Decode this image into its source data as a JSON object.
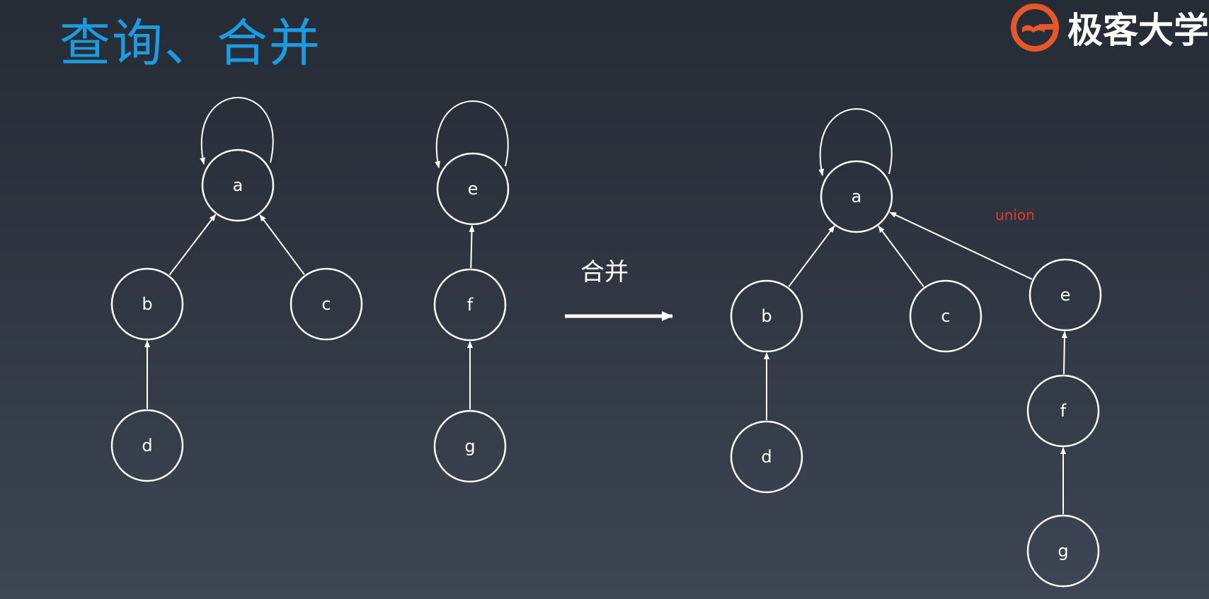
{
  "title": "查询、合并",
  "logo": {
    "text": "极客大学",
    "icon": "geekbang-logo-icon",
    "accent": "#e8572a"
  },
  "colors": {
    "title": "#1b9be0",
    "union": "#e53935",
    "stroke": "#ffffff"
  },
  "merge_label": "合并",
  "union_label": "union",
  "groups": [
    {
      "id": "left1",
      "nodes": [
        {
          "id": "a",
          "label": "a",
          "root": true
        },
        {
          "id": "b",
          "label": "b"
        },
        {
          "id": "c",
          "label": "c"
        },
        {
          "id": "d",
          "label": "d"
        }
      ],
      "edges": [
        [
          "b",
          "a"
        ],
        [
          "c",
          "a"
        ],
        [
          "d",
          "b"
        ]
      ]
    },
    {
      "id": "left2",
      "nodes": [
        {
          "id": "e",
          "label": "e",
          "root": true
        },
        {
          "id": "f",
          "label": "f"
        },
        {
          "id": "g",
          "label": "g"
        }
      ],
      "edges": [
        [
          "f",
          "e"
        ],
        [
          "g",
          "f"
        ]
      ]
    },
    {
      "id": "merged",
      "nodes": [
        {
          "id": "a",
          "label": "a",
          "root": true
        },
        {
          "id": "b",
          "label": "b"
        },
        {
          "id": "c",
          "label": "c"
        },
        {
          "id": "e",
          "label": "e"
        },
        {
          "id": "d",
          "label": "d"
        },
        {
          "id": "f",
          "label": "f"
        },
        {
          "id": "g",
          "label": "g"
        }
      ],
      "edges": [
        [
          "b",
          "a"
        ],
        [
          "c",
          "a"
        ],
        [
          "e",
          "a"
        ],
        [
          "d",
          "b"
        ],
        [
          "f",
          "e"
        ],
        [
          "g",
          "f"
        ]
      ]
    }
  ]
}
